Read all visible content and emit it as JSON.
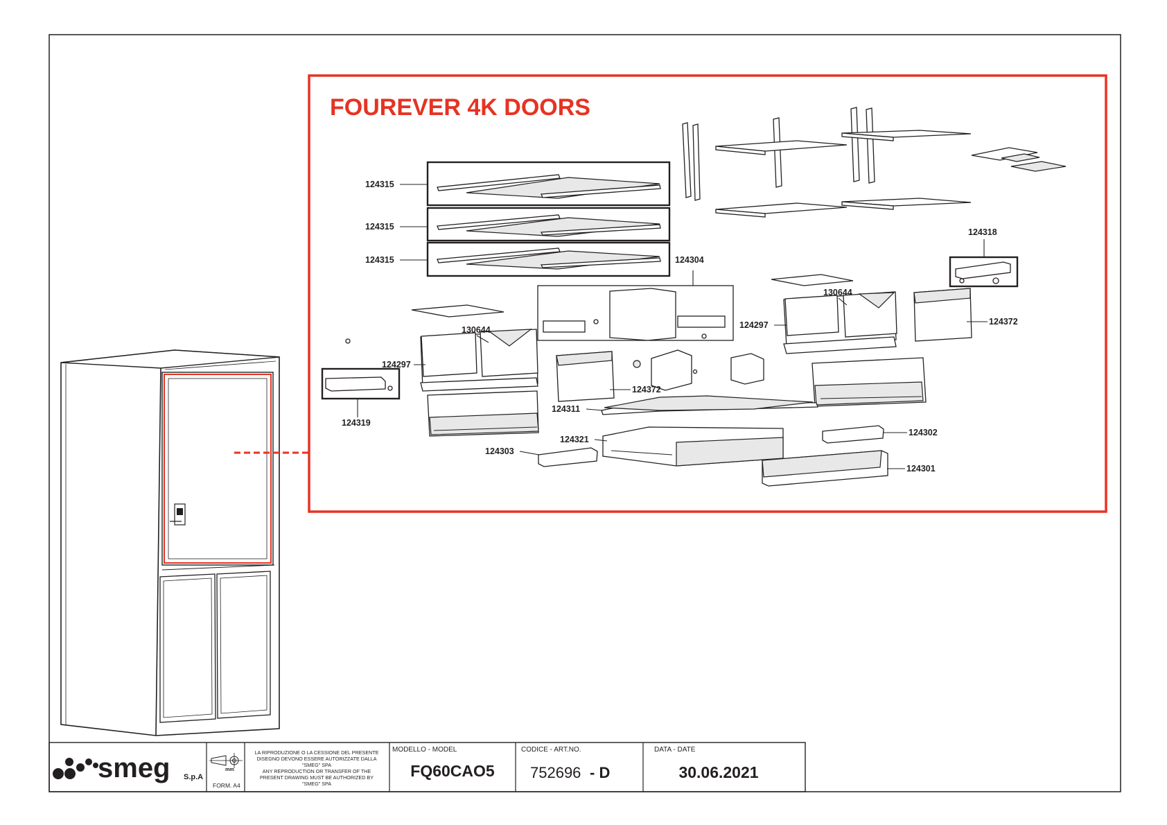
{
  "diagram": {
    "title": "FOUREVER 4K DOORS",
    "colors": {
      "accent": "#e63323",
      "ink": "#231f20"
    },
    "labels": {
      "shelf_1": "124315",
      "shelf_2": "124315",
      "shelf_3": "124315",
      "control_panel": "124304",
      "hinge_right": "124318",
      "hinge_left": "124319",
      "divider_right": "130644",
      "divider_left": "130644",
      "bin_right": "124297",
      "bin_left": "124297",
      "flap_right": "124372",
      "flap_center": "124372",
      "crisper_cover": "124311",
      "drawer_slide": "124321",
      "rail_left": "124303",
      "rail_right": "124302",
      "drawer_front": "124301"
    }
  },
  "title_block": {
    "logo": "smeg",
    "logo_suffix": "S.p.A",
    "unit": "mm",
    "format": "FORM. A4",
    "notice_it": [
      "LA RIPRODUZIONE O LA CESSIONE DEL PRESENTE",
      "DISEGNO DEVONO ESSERE AUTORIZZATE DALLA",
      "\"SMEG\" SPA"
    ],
    "notice_en": [
      "ANY REPRODUCTION OR TRANSFER OF THE",
      "PRESENT DRAWING MUST BE AUTHORIZED BY",
      "\"SMEG\" SPA"
    ],
    "model_label": "MODELLO - MODEL",
    "model_value": "FQ60CAO5",
    "code_label": "CODICE - ART.NO.",
    "code_value": "752696",
    "code_rev": "- D",
    "date_label": "DATA - DATE",
    "date_value": "30.06.2021"
  }
}
